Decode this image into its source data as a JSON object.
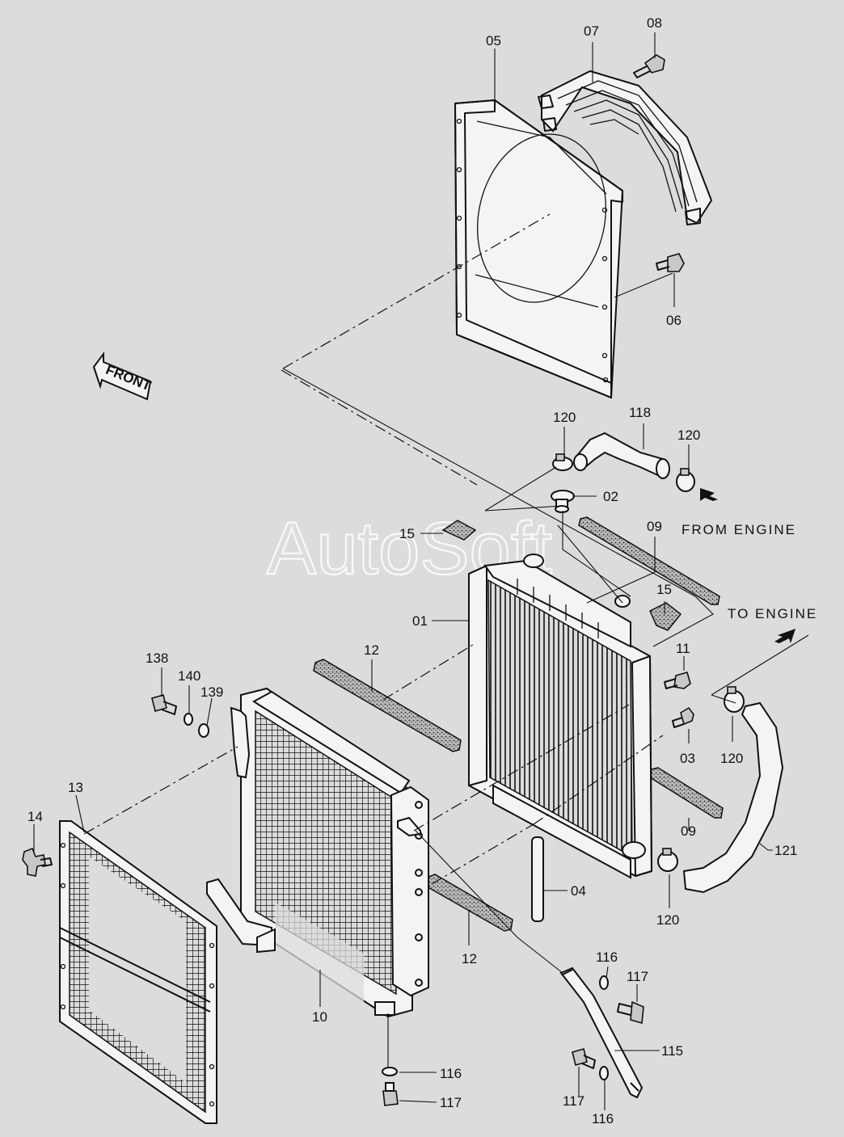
{
  "watermark": "AutoSoft",
  "front_label": "FRONT",
  "notes": {
    "from_engine": "FROM  ENGINE",
    "to_engine": "TO  ENGINE"
  },
  "callouts": {
    "c01": "01",
    "c02": "02",
    "c03": "03",
    "c04": "04",
    "c05": "05",
    "c06": "06",
    "c07": "07",
    "c08": "08",
    "c09a": "09",
    "c09b": "09",
    "c10": "10",
    "c11": "11",
    "c12a": "12",
    "c12b": "12",
    "c13": "13",
    "c14": "14",
    "c15a": "15",
    "c15b": "15",
    "c115": "115",
    "c116a": "116",
    "c116b": "116",
    "c116c": "116",
    "c117a": "117",
    "c117b": "117",
    "c117c": "117",
    "c118": "118",
    "c120a": "120",
    "c120b": "120",
    "c120c": "120",
    "c120d": "120",
    "c121": "121",
    "c138": "138",
    "c139": "139",
    "c140": "140"
  },
  "colors": {
    "background": "#dcdcdc",
    "ink": "#111111",
    "watermark": "#ffffff"
  }
}
